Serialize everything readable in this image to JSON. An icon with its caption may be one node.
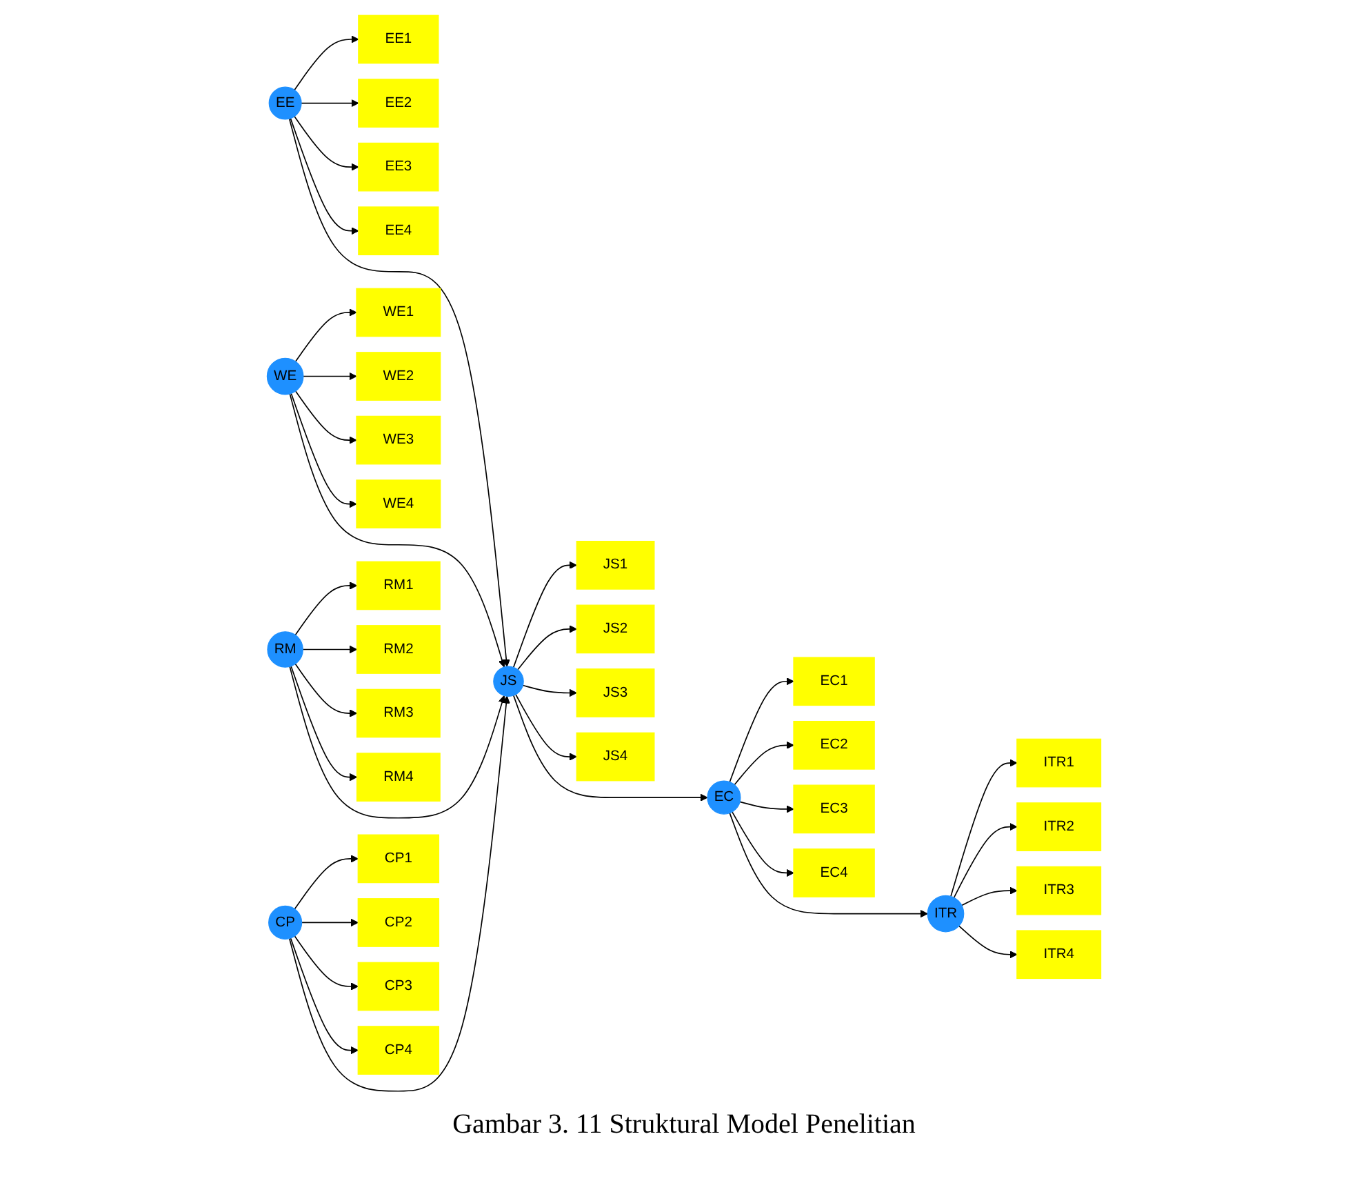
{
  "diagram": {
    "caption": "Gambar 3. 11 Struktural Model Penelitian",
    "nodes": [
      {
        "text": [
          "EE"
        ]
      },
      {
        "text": [
          "EE1"
        ]
      },
      {
        "text": [
          "EE2"
        ]
      },
      {
        "text": [
          "EE3"
        ]
      },
      {
        "text": [
          "EE4"
        ]
      },
      {
        "text": [
          "WE"
        ]
      },
      {
        "text": [
          "WE1"
        ]
      },
      {
        "text": [
          "WE2"
        ]
      },
      {
        "text": [
          "WE3"
        ]
      },
      {
        "text": [
          "WE4"
        ]
      },
      {
        "text": [
          "RM"
        ]
      },
      {
        "text": [
          "RM1"
        ]
      },
      {
        "text": [
          "RM2"
        ]
      },
      {
        "text": [
          "RM3"
        ]
      },
      {
        "text": [
          "RM4"
        ]
      },
      {
        "text": [
          "CP"
        ]
      },
      {
        "text": [
          "CP1"
        ]
      },
      {
        "text": [
          "CP2"
        ]
      },
      {
        "text": [
          "CP3"
        ]
      },
      {
        "text": [
          "CP4"
        ]
      },
      {
        "text": [
          "JS"
        ]
      },
      {
        "text": [
          "JS1"
        ]
      },
      {
        "text": [
          "JS2"
        ]
      },
      {
        "text": [
          "JS3"
        ]
      },
      {
        "text": [
          "JS4"
        ]
      },
      {
        "text": [
          "EC"
        ]
      },
      {
        "text": [
          "EC1"
        ]
      },
      {
        "text": [
          "EC2"
        ]
      },
      {
        "text": [
          "EC3"
        ]
      },
      {
        "text": [
          "EC4"
        ]
      },
      {
        "text": [
          "ITR"
        ]
      },
      {
        "text": [
          "ITR1"
        ]
      },
      {
        "text": [
          "ITR2"
        ]
      },
      {
        "text": [
          "ITR3"
        ]
      },
      {
        "text": [
          "ITR4"
        ]
      }
    ],
    "edges": [
      {
        "from": 0,
        "to": 1,
        "arrow": "to"
      },
      {
        "from": 0,
        "to": 2,
        "arrow": "to"
      },
      {
        "from": 0,
        "to": 3,
        "arrow": "to"
      },
      {
        "from": 0,
        "to": 4,
        "arrow": "to"
      },
      {
        "from": 5,
        "to": 6,
        "arrow": "to"
      },
      {
        "from": 5,
        "to": 7,
        "arrow": "to"
      },
      {
        "from": 5,
        "to": 8,
        "arrow": "to"
      },
      {
        "from": 5,
        "to": 9,
        "arrow": "to"
      },
      {
        "from": 10,
        "to": 11,
        "arrow": "to"
      },
      {
        "from": 10,
        "to": 12,
        "arrow": "to"
      },
      {
        "from": 10,
        "to": 13,
        "arrow": "to"
      },
      {
        "from": 10,
        "to": 14,
        "arrow": "to"
      },
      {
        "from": 15,
        "to": 16,
        "arrow": "to"
      },
      {
        "from": 15,
        "to": 17,
        "arrow": "to"
      },
      {
        "from": 15,
        "to": 18,
        "arrow": "to"
      },
      {
        "from": 15,
        "to": 19,
        "arrow": "to"
      },
      {
        "from": 0,
        "to": 20,
        "arrow": "to"
      },
      {
        "from": 5,
        "to": 20,
        "arrow": "to"
      },
      {
        "from": 10,
        "to": 20,
        "arrow": "to"
      },
      {
        "from": 15,
        "to": 20,
        "arrow": "to"
      },
      {
        "from": 20,
        "to": 21,
        "arrow": "to"
      },
      {
        "from": 20,
        "to": 22,
        "arrow": "to"
      },
      {
        "from": 20,
        "to": 23,
        "arrow": "to"
      },
      {
        "from": 20,
        "to": 24,
        "arrow": "to"
      },
      {
        "from": 20,
        "to": 25,
        "arrow": "to"
      },
      {
        "from": 25,
        "to": 26,
        "arrow": "to"
      },
      {
        "from": 25,
        "to": 27,
        "arrow": "to"
      },
      {
        "from": 25,
        "to": 28,
        "arrow": "to"
      },
      {
        "from": 25,
        "to": 29,
        "arrow": "to"
      },
      {
        "from": 25,
        "to": 30,
        "arrow": "to"
      },
      {
        "from": 30,
        "to": 31,
        "arrow": "to"
      },
      {
        "from": 30,
        "to": 32,
        "arrow": "to"
      },
      {
        "from": 30,
        "to": 33,
        "arrow": "to"
      },
      {
        "from": 30,
        "to": 34,
        "arrow": "to"
      }
    ]
  }
}
